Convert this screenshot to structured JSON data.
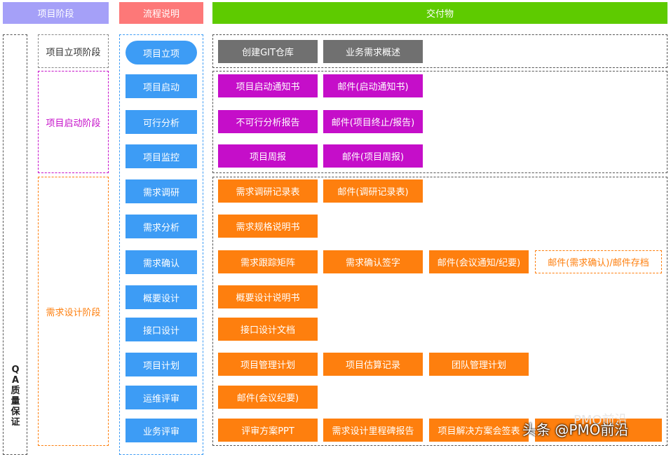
{
  "headers": {
    "stage": "项目阶段",
    "process": "流程说明",
    "deliverables": "交付物"
  },
  "colors": {
    "stage_header": "#a5a0f8",
    "process_header": "#fd7878",
    "deliverables_header": "#5ecb00",
    "step": "#3d9cf5",
    "gray": "#707070",
    "magenta": "#c50ec9",
    "orange": "#fe7f0e"
  },
  "qa_label": "QA质量保证",
  "phases": [
    {
      "label": "项目立项阶段",
      "color": "#333333",
      "border": "#888888"
    },
    {
      "label": "项目启动阶段",
      "color": "#c50ec9",
      "border": "#c50ec9"
    },
    {
      "label": "需求设计阶段",
      "color": "#fe7f0e",
      "border": "#fe7f0e"
    }
  ],
  "steps": [
    "项目立项",
    "项目启动",
    "可行分析",
    "项目监控",
    "需求调研",
    "需求分析",
    "需求确认",
    "概要设计",
    "接口设计",
    "项目计划",
    "运维评审",
    "业务评审"
  ],
  "deliverables": [
    [
      "创建GIT仓库",
      "业务需求概述"
    ],
    [
      "项目启动通知书",
      "邮件(启动通知书)"
    ],
    [
      "不可行分析报告",
      "邮件(项目终止/报告)"
    ],
    [
      "项目周报",
      "邮件(项目周报)"
    ],
    [
      "需求调研记录表",
      "邮件(调研记录表)"
    ],
    [
      "需求规格说明书"
    ],
    [
      "需求跟踪矩阵",
      "需求确认签字",
      "邮件(会议通知/纪要)",
      "邮件(需求确认)/邮件存档"
    ],
    [
      "概要设计说明书"
    ],
    [
      "接口设计文档"
    ],
    [
      "项目管理计划",
      "项目估算记录",
      "团队管理计划"
    ],
    [
      "邮件(会议纪要)"
    ],
    [
      "评审方案PPT",
      "需求设计里程碑报告",
      "项目解决方案会签表"
    ]
  ],
  "watermark": {
    "main": "头条 @PMO前沿",
    "secondary": "PMO前沿"
  }
}
